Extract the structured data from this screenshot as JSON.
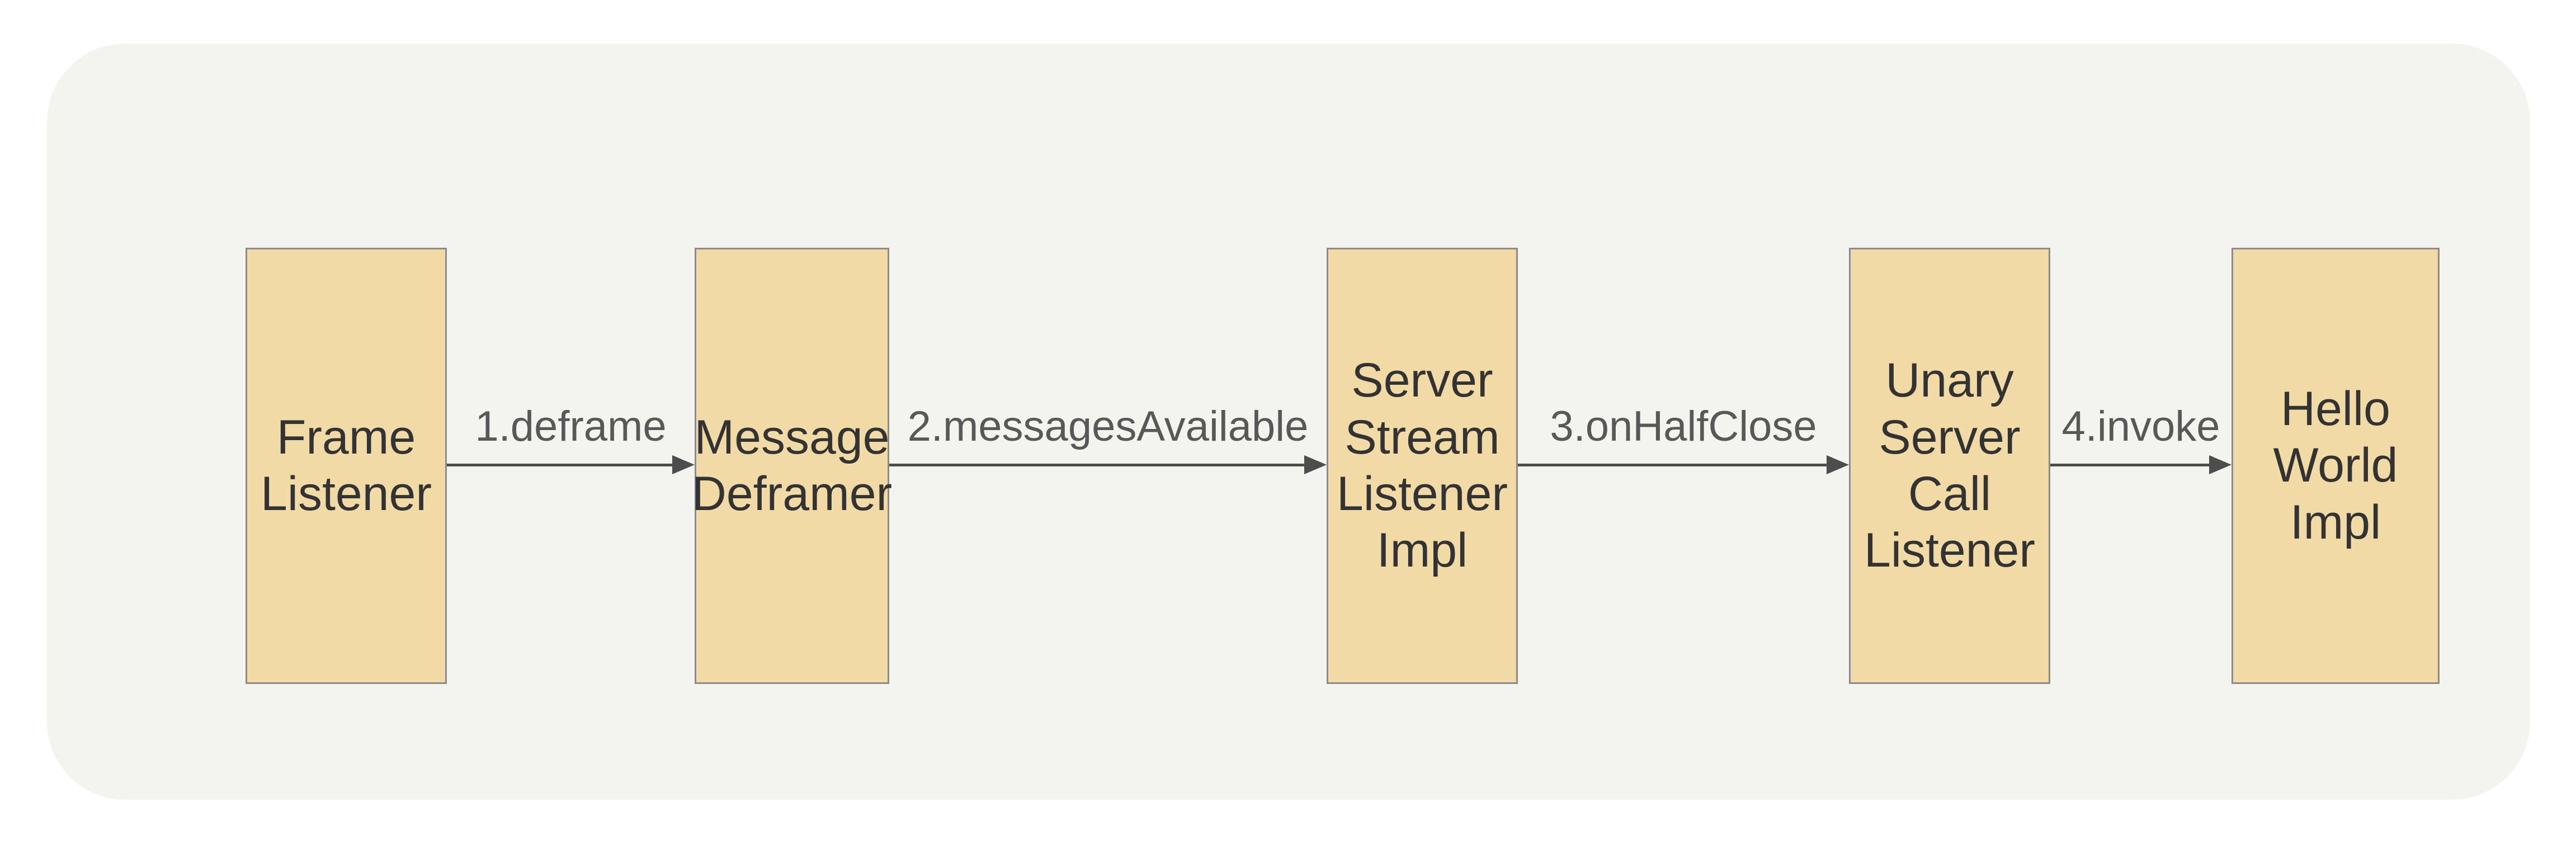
{
  "diagram": {
    "nodes": [
      {
        "name": "frame-listener",
        "label": "Frame\nListener"
      },
      {
        "name": "message-deframer",
        "label": "Message\nDeframer"
      },
      {
        "name": "server-stream-listener-impl",
        "label": "Server\nStream\nListener\nImpl"
      },
      {
        "name": "unary-server-call-listener",
        "label": "Unary\nServer\nCall\nListener"
      },
      {
        "name": "hello-world-impl",
        "label": "Hello\nWorld\nImpl"
      }
    ],
    "edges": [
      {
        "name": "deframe",
        "label": "1.deframe"
      },
      {
        "name": "messages-available",
        "label": "2.messagesAvailable"
      },
      {
        "name": "on-half-close",
        "label": "3.onHalfClose"
      },
      {
        "name": "invoke",
        "label": "4.invoke"
      }
    ],
    "colors": {
      "page_background": "#ffffff",
      "card_background": "#f4f4ef",
      "node_fill": "#f2daa7",
      "node_border": "#8c8a8c",
      "node_text": "#333333",
      "edge_line": "#4d4d4d",
      "edge_label_text": "#58585a"
    }
  }
}
